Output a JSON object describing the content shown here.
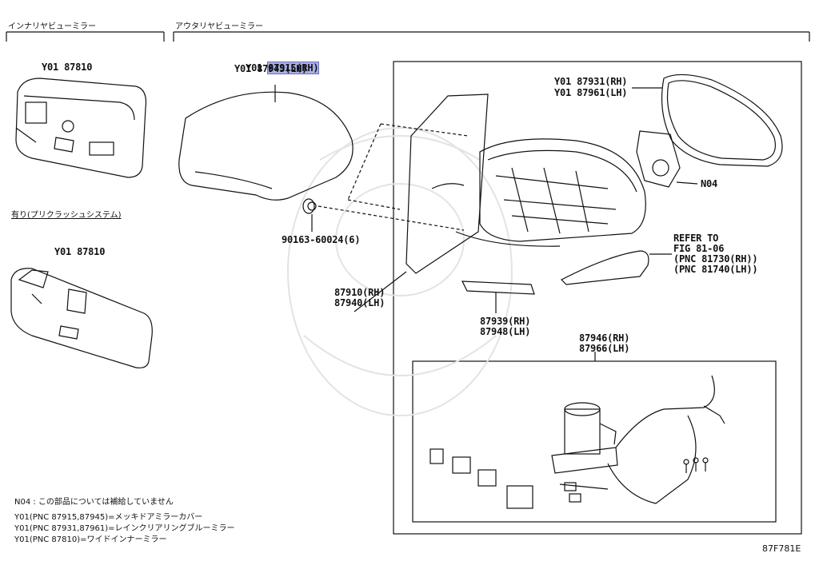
{
  "sections": {
    "inner": "インナリヤビューミラー",
    "outer": "アウタリヤビューミラー"
  },
  "inner_mirror": {
    "part_top": "Y01 87810",
    "variant_label": "有り(プリクラッシュシステム)",
    "part_bottom": "Y01 87810"
  },
  "cover": {
    "prefix": "Y01",
    "pnc_rh": "87915(RH)",
    "line_lh": "Y01 87945(LH)"
  },
  "clip": {
    "part": "90163-60024(6)"
  },
  "mirror_glass": {
    "line_rh": "Y01 87931(RH)",
    "line_lh": "Y01 87961(LH)"
  },
  "n04_label": "N04",
  "refer": {
    "line1": "REFER TO",
    "line2": "FIG 81-06",
    "line3": "(PNC 81730(RH))",
    "line4": "(PNC 81740(LH))"
  },
  "mirror_assy": {
    "line_rh": "87910(RH)",
    "line_lh": "87940(LH)"
  },
  "garnish": {
    "line_rh": "87939(RH)",
    "line_lh": "87948(LH)"
  },
  "motor": {
    "line_rh": "87946(RH)",
    "line_lh": "87966(LH)"
  },
  "notes": [
    "N04 : この部品については補給していません",
    "Y01(PNC 87915,87945)=メッキドアミラーカバー",
    "Y01(PNC 87931,87961)=レインクリアリングブルーミラー",
    "Y01(PNC 87810)=ワイドインナーミラー"
  ],
  "figure_code": "87F781E"
}
